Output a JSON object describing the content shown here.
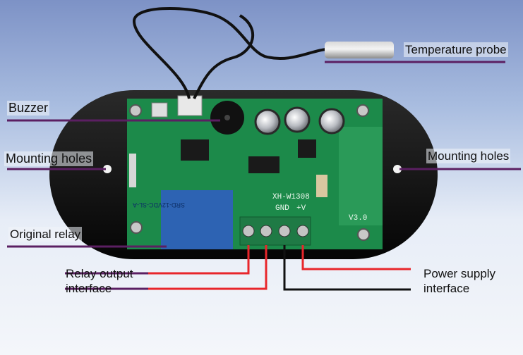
{
  "labels": {
    "temperature_probe": "Temperature probe",
    "buzzer": "Buzzer",
    "mounting_holes_left": "Mounting holes",
    "mounting_holes_right": "Mounting holes",
    "original_relay": "Original relay",
    "relay_output_interface": "Relay output\ninterface",
    "power_supply_interface": "Power supply\ninterface"
  },
  "board": {
    "model": "XH-W1308",
    "version": "V3.0",
    "terminal_gnd": "GND",
    "terminal_plus": "+V",
    "relay_print": "SRD-12VDC-SL-A"
  },
  "colors": {
    "leader_line": "#5b1f62",
    "wire_red": "#e8262b",
    "wire_black": "#111111",
    "pcb": "#1c8a4a",
    "relay": "#2d63b3"
  }
}
